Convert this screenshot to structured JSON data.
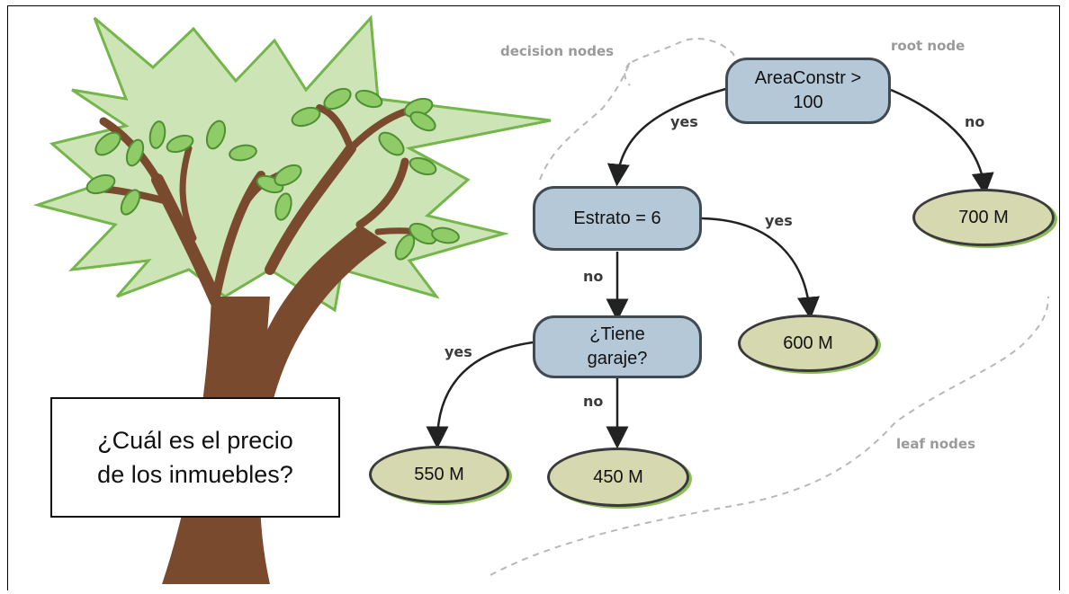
{
  "title_question": {
    "line1": "¿Cuál es el precio",
    "line2": "de los inmuebles?"
  },
  "annotations": {
    "decision_nodes": "decision nodes",
    "root_node": "root node",
    "leaf_nodes": "leaf nodes"
  },
  "nodes": {
    "root": {
      "line1": "AreaConstr >",
      "line2": "100"
    },
    "estrato": {
      "label": "Estrato = 6"
    },
    "garaje": {
      "line1": "¿Tiene",
      "line2": "garaje?"
    },
    "leaf_700": {
      "label": "700 M"
    },
    "leaf_600": {
      "label": "600 M"
    },
    "leaf_550": {
      "label": "550 M"
    },
    "leaf_450": {
      "label": "450 M"
    }
  },
  "edges": {
    "root_yes": "yes",
    "root_no": "no",
    "estrato_yes": "yes",
    "estrato_no": "no",
    "garaje_yes": "yes",
    "garaje_no": "no"
  },
  "colors": {
    "decision_fill": "#b4c8d8",
    "leaf_fill": "#d6d8b0",
    "tree_trunk": "#7a4a2e",
    "tree_canopy": "#c9e3b4",
    "leaf_green": "#7fbf5a"
  },
  "icons": [
    "tree-illustration"
  ]
}
